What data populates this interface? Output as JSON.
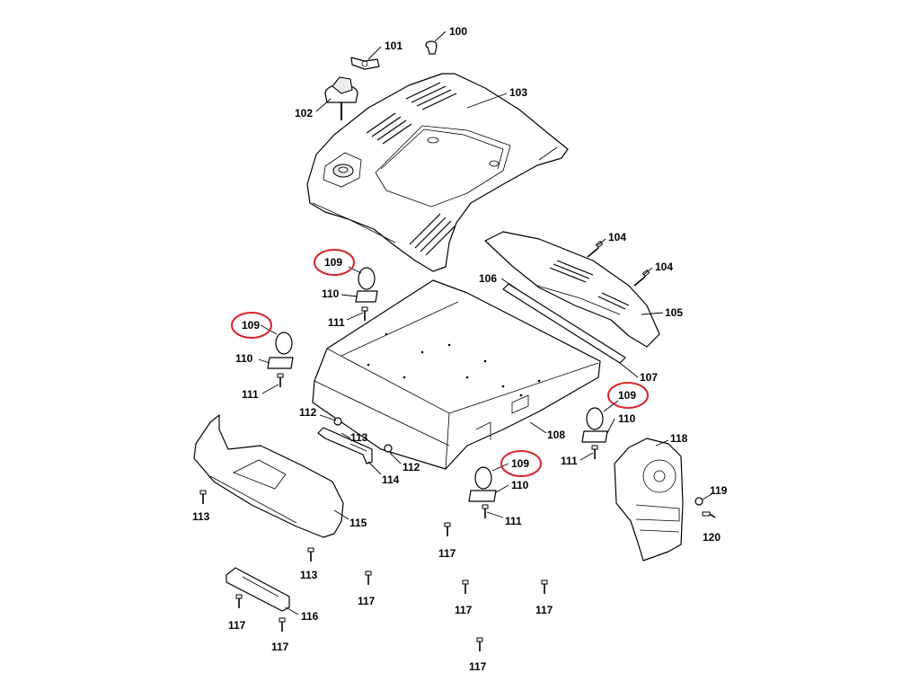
{
  "diagram": {
    "highlight_color": "#d9262b",
    "line_color": "#000000",
    "background_color": "#ffffff",
    "callouts": {
      "c100": "100",
      "c101": "101",
      "c102": "102",
      "c103": "103",
      "c104a": "104",
      "c104b": "104",
      "c105": "105",
      "c106": "106",
      "c107": "107",
      "c108": "108",
      "c109a": "109",
      "c109b": "109",
      "c109c": "109",
      "c109d": "109",
      "c110a": "110",
      "c110b": "110",
      "c110c": "110",
      "c110d": "110",
      "c111a": "111",
      "c111b": "111",
      "c111c": "111",
      "c111d": "111",
      "c112a": "112",
      "c112b": "112",
      "c113a": "113",
      "c113b": "113",
      "c113c": "113",
      "c114": "114",
      "c115": "115",
      "c116": "116",
      "c117a": "117",
      "c117b": "117",
      "c117c": "117",
      "c117d": "117",
      "c117e": "117",
      "c117f": "117",
      "c117g": "117",
      "c118": "118",
      "c119": "119",
      "c120": "120"
    }
  }
}
